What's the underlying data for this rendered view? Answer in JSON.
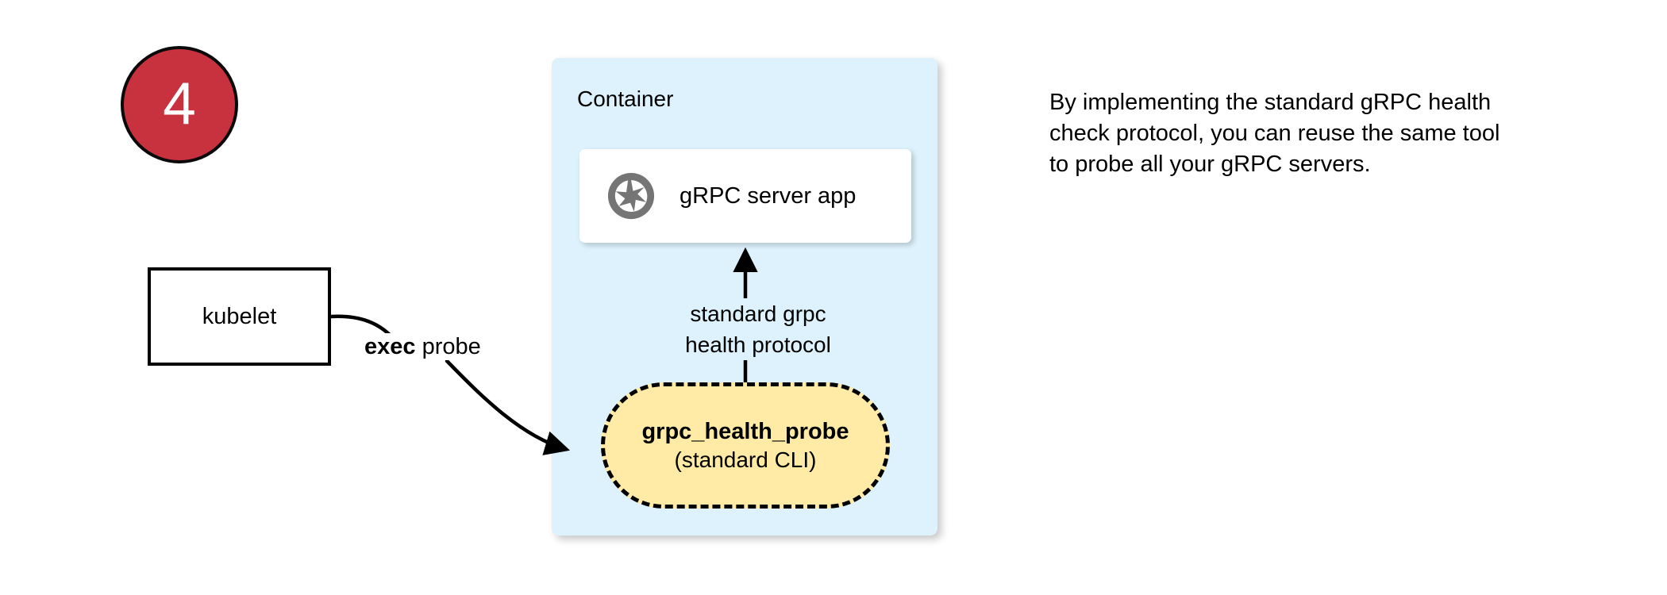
{
  "step": {
    "number": "4",
    "color": "#c8323f"
  },
  "container": {
    "title": "Container",
    "fill": "#ddf2fc"
  },
  "server_card": {
    "label": "gRPC server app",
    "icon": "grpc-aperture-icon",
    "icon_color": "#757575"
  },
  "kubelet": {
    "label": "kubelet"
  },
  "exec_probe": {
    "keyword": "exec",
    "rest": " probe"
  },
  "protocol": {
    "line1": "standard grpc",
    "line2": "health protocol"
  },
  "probe": {
    "title": "grpc_health_probe",
    "subtitle": "(standard CLI)",
    "fill": "#ffeba6"
  },
  "caption": {
    "text": "By implementing the standard gRPC health check protocol, you can reuse the same tool to probe all your gRPC servers."
  }
}
